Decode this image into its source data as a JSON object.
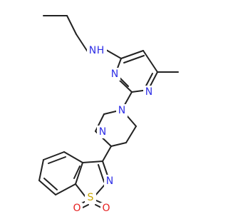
{
  "colors": {
    "background": "#ffffff",
    "bond": "#222222",
    "nitrogen": "#2f2fe6",
    "sulfur": "#c9a600",
    "oxygen": "#e62020"
  },
  "atoms": {
    "nh": {
      "text": "N",
      "h": "H",
      "element": "N"
    },
    "pyrimidine_n_top": {
      "text": "N",
      "element": "N"
    },
    "pyrimidine_n_right": {
      "text": "N",
      "element": "N"
    },
    "piperazine_n_top": {
      "text": "N",
      "element": "N"
    },
    "piperazine_n_bottom": {
      "text": "N",
      "element": "N"
    },
    "isothiazole_n": {
      "text": "N",
      "element": "N"
    },
    "sulfur": {
      "text": "S",
      "element": "S"
    },
    "oxygen_left": {
      "text": "O",
      "element": "O"
    },
    "oxygen_right": {
      "text": "O",
      "element": "O"
    }
  }
}
